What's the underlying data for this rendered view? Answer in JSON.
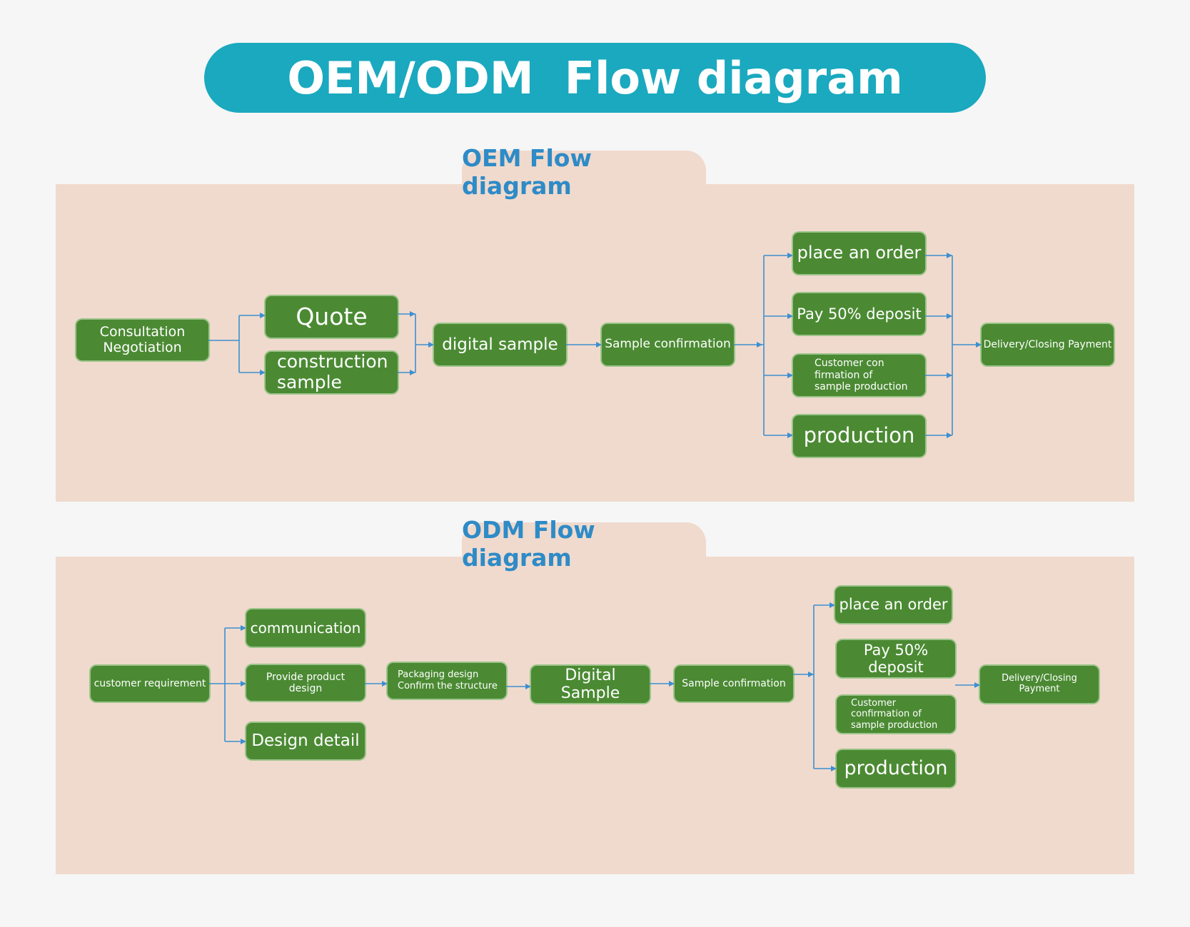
{
  "title": "OEM/ODM  Flow diagram",
  "oem": {
    "label": "OEM Flow diagram",
    "consultation": "Consultation\nNegotiation",
    "quote": "Quote",
    "construction_sample": "construction\nsample",
    "digital_sample": "digital sample",
    "sample_confirmation": "Sample confirmation",
    "place_order": "place an order",
    "deposit": "Pay 50% deposit",
    "customer_confirmation": "Customer con\nfirmation of\nsample production",
    "production": "production",
    "delivery": "Delivery/Closing Payment"
  },
  "odm": {
    "label": "ODM Flow diagram",
    "customer_requirement": "customer requirement",
    "communication": "communication",
    "product_design": "Provide product design",
    "design_detail": "Design detail",
    "packaging_design": "Packaging design\nConfirm the structure",
    "digital_sample": "Digital Sample",
    "sample_confirmation": "Sample confirmation",
    "place_order": "place an order",
    "deposit": "Pay 50% deposit",
    "customer_confirmation": "Customer\nconfirmation of\nsample production",
    "production": "production",
    "delivery": "Delivery/Closing Payment"
  },
  "colors": {
    "title_background": "#1aa9bf",
    "section_background": "#f0dacd",
    "section_label_text": "#2e8bc7",
    "node_fill": "#4b8a33",
    "connector": "#3d8fd1"
  }
}
